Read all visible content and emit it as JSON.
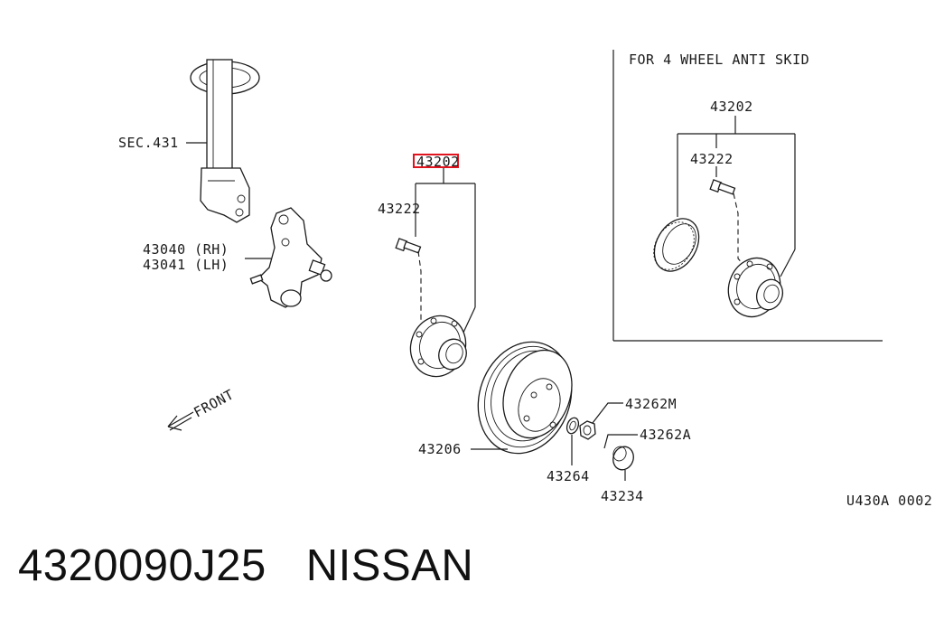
{
  "diagram": {
    "inset_title": "FOR 4 WHEEL ANTI SKID",
    "drawing_code": "U430A 0002",
    "front_label": "FRONT",
    "highlight_color": "#e0141e",
    "labels": {
      "sec431": "SEC.431",
      "hub_assy_main": "43202",
      "hub_assy_inset": "43202",
      "bolt_main": "43222",
      "bolt_inset": "43222",
      "knuckle_rh": "43040 (RH)",
      "knuckle_lh": "43041 (LH)",
      "drum": "43206",
      "nut_m": "43262M",
      "nut_a": "43262A",
      "washer": "43264",
      "cap": "43234"
    }
  },
  "footer": {
    "part_number": "4320090J25",
    "brand": "NISSAN"
  }
}
